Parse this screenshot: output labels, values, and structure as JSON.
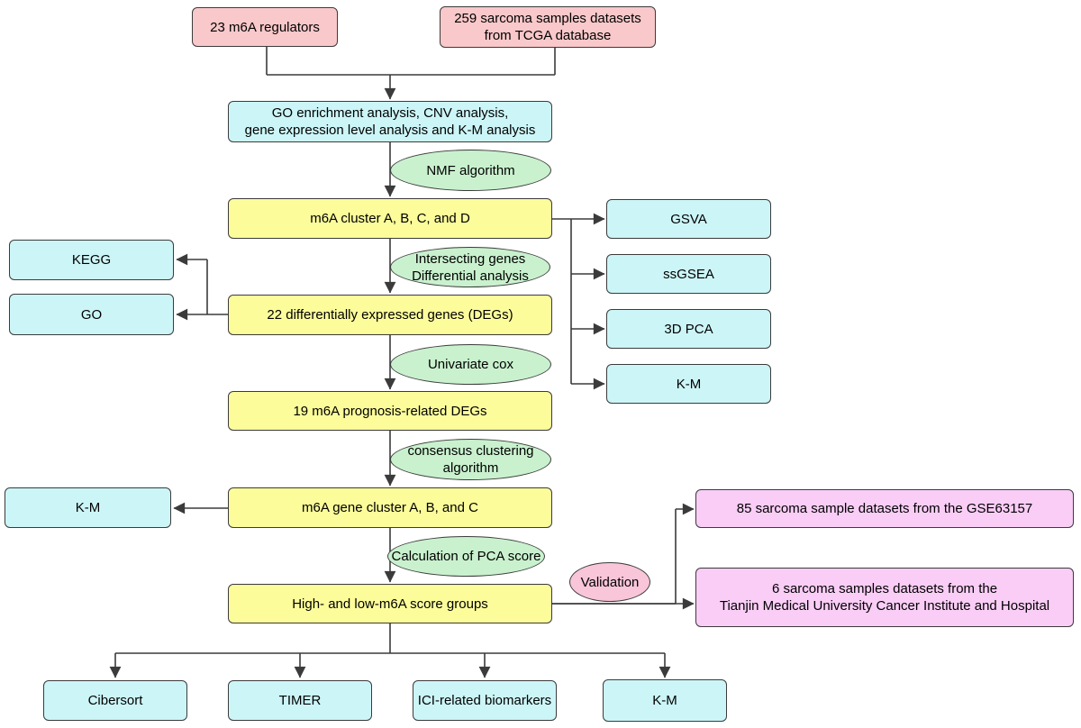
{
  "colors": {
    "pink": "#f9c8ca",
    "cyan": "#ccf5f7",
    "green": "#c9f1ce",
    "yellow": "#fcfc9b",
    "violet": "#f9cdf6",
    "rose": "#f9c5d9",
    "border": "#3b3b3b",
    "line": "#3b3b3b",
    "background": "#ffffff"
  },
  "nodes": {
    "regulators": {
      "label": "23 m6A regulators"
    },
    "tcga": {
      "label": "259 sarcoma samples datasets\nfrom TCGA database"
    },
    "analysis": {
      "label": "GO enrichment analysis, CNV analysis,\ngene expression level analysis and K-M analysis"
    },
    "nmf": {
      "label": "NMF algorithm"
    },
    "cluster_abcd": {
      "label": "m6A cluster A, B, C, and D"
    },
    "gsva": {
      "label": "GSVA"
    },
    "ssgsea": {
      "label": "ssGSEA"
    },
    "pca_3d": {
      "label": "3D PCA"
    },
    "km_right": {
      "label": "K-M"
    },
    "kegg": {
      "label": "KEGG"
    },
    "go": {
      "label": "GO"
    },
    "intersecting": {
      "label": "Intersecting genes\nDifferential analysis"
    },
    "degs22": {
      "label": "22 differentially expressed genes (DEGs)"
    },
    "univariate_cox": {
      "label": "Univariate cox"
    },
    "degs19": {
      "label": "19 m6A prognosis-related DEGs"
    },
    "consensus": {
      "label": "consensus clustering\nalgorithm"
    },
    "km_left": {
      "label": "K-M"
    },
    "gene_cluster": {
      "label": "m6A gene cluster A, B, and C"
    },
    "pca_score": {
      "label": "Calculation of PCA score"
    },
    "score_groups": {
      "label": "High- and low-m6A score groups"
    },
    "validation": {
      "label": "Validation"
    },
    "gse63157": {
      "label": "85 sarcoma sample datasets from the GSE63157"
    },
    "tianjin": {
      "label": "6 sarcoma samples datasets from  the\nTianjin Medical University Cancer Institute and Hospital"
    },
    "cibersort": {
      "label": "Cibersort"
    },
    "timer": {
      "label": "TIMER"
    },
    "ici": {
      "label": "ICI-related biomarkers"
    },
    "km_bottom": {
      "label": "K-M"
    }
  }
}
